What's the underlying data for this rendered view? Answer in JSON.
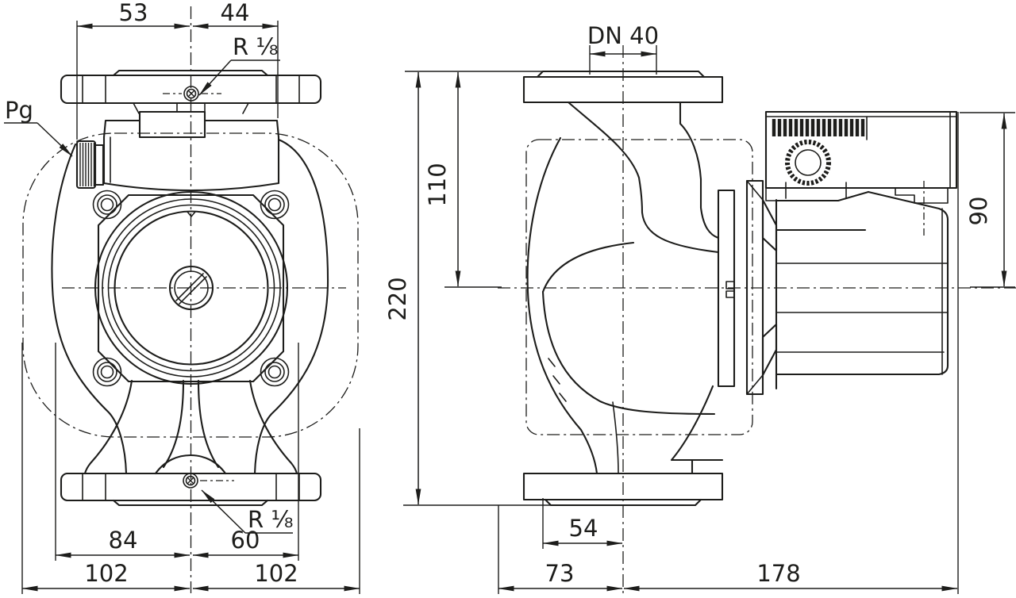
{
  "drawing": {
    "background": "#ffffff",
    "line_color": "#1d1d1b",
    "front_view": {
      "gland_label": "Pg",
      "vent_top_label": "R ⅛",
      "vent_bottom_label": "R ⅛",
      "dim_top_left": "53",
      "dim_top_right": "44",
      "dim_hub_left": "84",
      "dim_hub_right": "60",
      "dim_port_left": "102",
      "dim_port_right": "102"
    },
    "side_view": {
      "flange_label": "DN 40",
      "dim_total_height": "220",
      "dim_flange_height": "110",
      "dim_motor_height": "90",
      "dim_clamp_width": "54",
      "dim_body_width": "73",
      "dim_motor_length": "178"
    }
  }
}
